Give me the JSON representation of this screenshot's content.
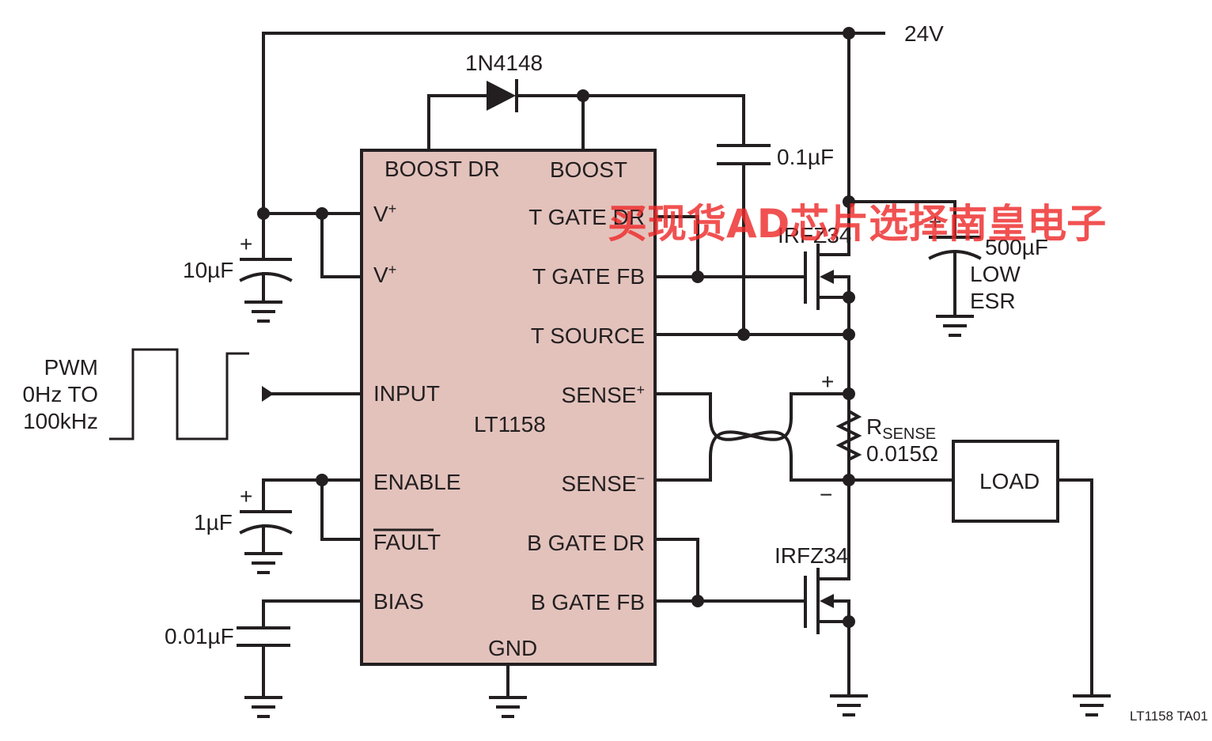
{
  "ic": {
    "name": "LT1158",
    "fill_color": "#e3c2bc",
    "pins_left": [
      "V+",
      "V+",
      "INPUT",
      "ENABLE",
      "FAULT",
      "BIAS"
    ],
    "pins_right": [
      "T GATE DR",
      "T GATE FB",
      "T SOURCE",
      "SENSE+",
      "SENSE−",
      "B GATE DR",
      "B GATE FB"
    ],
    "pins_top": [
      "BOOST DR",
      "BOOST"
    ],
    "pin_bottom": "GND"
  },
  "components": {
    "diode": "1N4148",
    "boost_cap": "0.1µF",
    "supply_cap": "10µF",
    "enable_cap": "1µF",
    "bias_cap": "0.01µF",
    "bulk_cap": [
      "500µF",
      "LOW",
      "ESR"
    ],
    "mosfet_top": "IRFZ34",
    "mosfet_bottom": "IRFZ34",
    "rsense_name": "R",
    "rsense_sub": "SENSE",
    "rsense_value": "0.015Ω",
    "load": "LOAD"
  },
  "supply": "24V",
  "input_signal": [
    "PWM",
    "0Hz TO",
    "100kHz"
  ],
  "sense_polarity": {
    "plus": "+",
    "minus": "−"
  },
  "cap_polarity": "+",
  "figure_id": "LT1158 TA01",
  "watermark": "买现货AD芯片选择南皇电子",
  "colors": {
    "wire": "#231f20",
    "ic_fill": "#e3c2bc",
    "watermark": "#ee2b2b"
  }
}
